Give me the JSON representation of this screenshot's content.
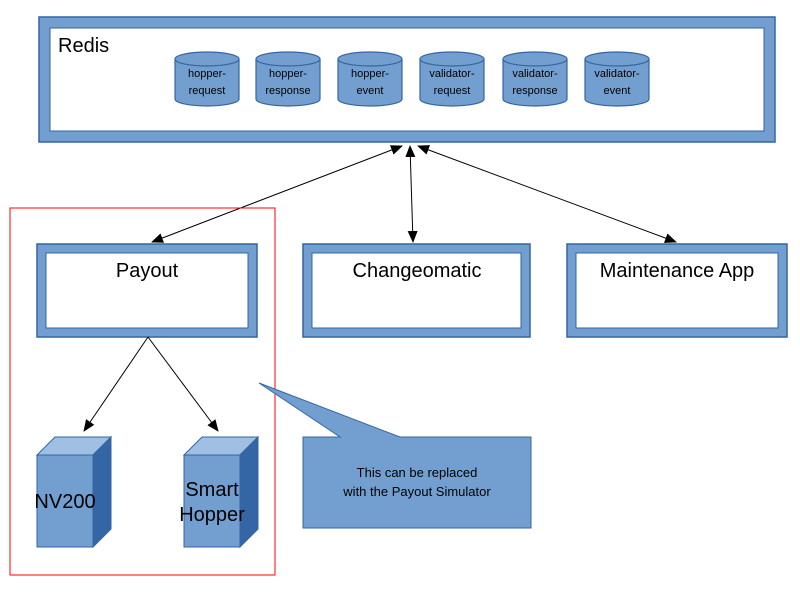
{
  "redis": {
    "title": "Redis",
    "queues": [
      {
        "line1": "hopper-",
        "line2": "request"
      },
      {
        "line1": "hopper-",
        "line2": "response"
      },
      {
        "line1": "hopper-",
        "line2": "event"
      },
      {
        "line1": "validator-",
        "line2": "request"
      },
      {
        "line1": "validator-",
        "line2": "response"
      },
      {
        "line1": "validator-",
        "line2": "event"
      }
    ]
  },
  "services": {
    "payout": "Payout",
    "changeomatic": "Changeomatic",
    "maintenance": "Maintenance App"
  },
  "devices": {
    "nv200": "NV200",
    "smart_hopper_line1": "Smart",
    "smart_hopper_line2": "Hopper"
  },
  "callout": {
    "line1": "This can be replaced",
    "line2": "with the Payout Simulator"
  },
  "colors": {
    "box_fill": "#729fcf",
    "box_stroke": "#3465a4",
    "highlight": "#ff0000"
  }
}
